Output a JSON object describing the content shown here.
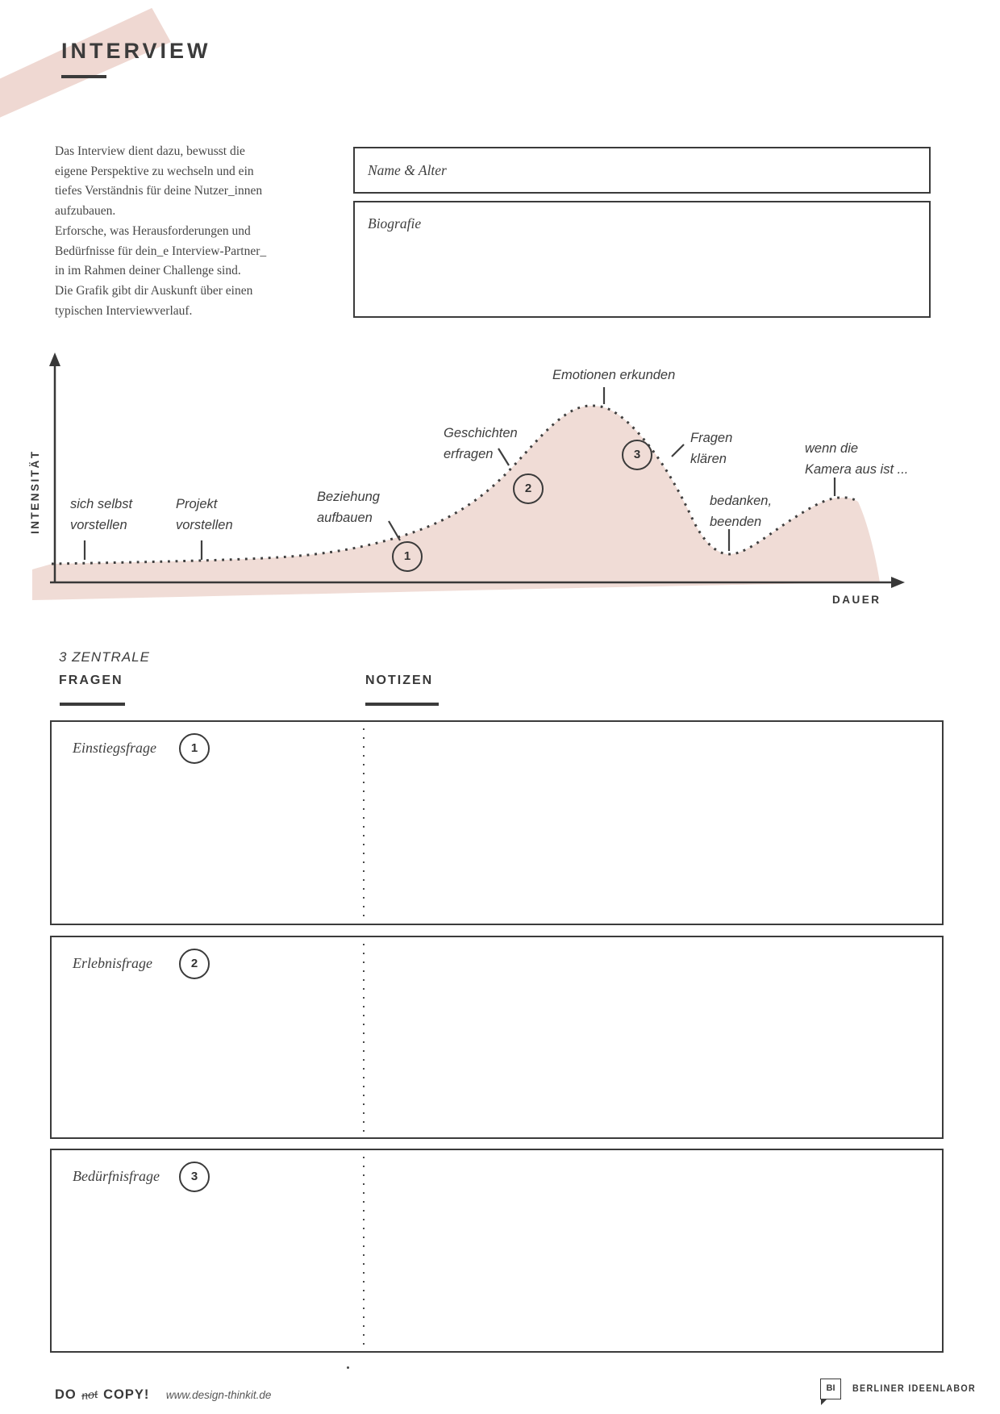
{
  "header": {
    "title": "INTERVIEW"
  },
  "intro": {
    "text": "Das Interview dient dazu, bewusst die\neigene Perspektive zu wechseln und ein\ntiefes Verständnis für deine Nutzer_innen\naufzubauen.\nErforsche, was Herausforderungen und\nBedürfnisse für dein_e Interview-Partner_\nin im Rahmen deiner Challenge sind.\nDie Grafik gibt dir Auskunft über einen\ntypischen Interviewverlauf."
  },
  "profile": {
    "name_age_label": "Name & Alter",
    "bio_label": "Biografie"
  },
  "chart": {
    "y_axis": "INTENSITÄT",
    "x_axis": "DAUER",
    "annotations": {
      "intro_self": "sich selbst\nvorstellen",
      "project": "Projekt\nvorstellen",
      "relationship": "Beziehung\naufbauen",
      "stories": "Geschichten\nerfragen",
      "emotions": "Emotionen erkunden",
      "clarify": "Fragen\nklären",
      "thanks": "bedanken,\nbeenden",
      "camera": "wenn die\nKamera aus ist ..."
    },
    "markers": {
      "m1": "1",
      "m2": "2",
      "m3": "3"
    }
  },
  "chart_data": {
    "type": "area",
    "title": "Typischer Interviewverlauf",
    "xlabel": "DAUER",
    "ylabel": "INTENSITÄT",
    "x_axis_type": "qualitative-time",
    "y_axis_type": "qualitative-intensity",
    "grid": false,
    "legend": false,
    "curve_style": "dotted line with pink area fill",
    "phases": [
      {
        "label": "sich selbst vorstellen",
        "intensity": 1,
        "marker": null
      },
      {
        "label": "Projekt vorstellen",
        "intensity": 1,
        "marker": null
      },
      {
        "label": "Beziehung aufbauen",
        "intensity": 2,
        "marker": "1"
      },
      {
        "label": "Geschichten erfragen",
        "intensity": 5,
        "marker": "2"
      },
      {
        "label": "Emotionen erkunden",
        "intensity": 9,
        "marker": null
      },
      {
        "label": "Fragen klären",
        "intensity": 7,
        "marker": "3"
      },
      {
        "label": "bedanken, beenden",
        "intensity": 2,
        "marker": null
      },
      {
        "label": "wenn die Kamera aus ist ...",
        "intensity": 4,
        "marker": null
      }
    ]
  },
  "questions": {
    "header_line1": "3 ZENTRALE",
    "header_line2": "FRAGEN",
    "notes_header": "NOTIZEN",
    "rows": [
      {
        "number": "1",
        "label": "Einstiegsfrage"
      },
      {
        "number": "2",
        "label": "Erlebnisfrage"
      },
      {
        "number": "3",
        "label": "Bedürfnisfrage"
      }
    ]
  },
  "footer": {
    "do": "DO",
    "not": "not",
    "copy": "COPY!",
    "url": "www.design-thinkit.de",
    "logo_initials": "BI",
    "logo_name": "BERLINER IDEENLABOR"
  },
  "colors": {
    "accent_pink": "#efd8d2",
    "curve_fill_pink": "#f0dcd6",
    "ink": "#3c3c3c"
  }
}
